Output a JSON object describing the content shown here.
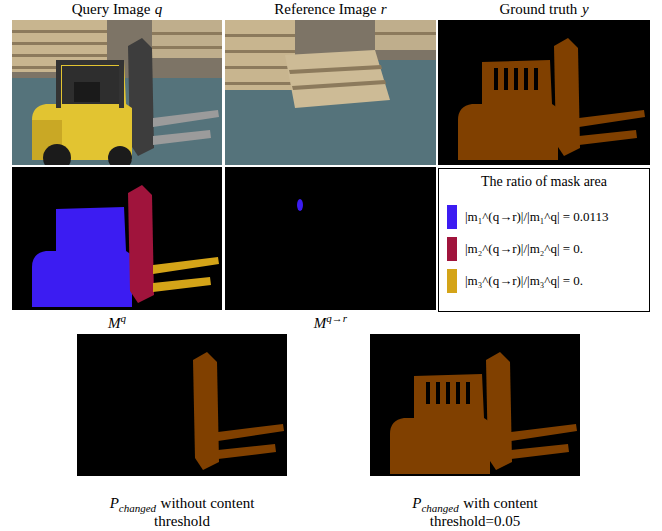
{
  "diagram": {
    "nodes": [
      {
        "text": [
          "Query Image",
          "q"
        ]
      },
      {
        "text": [
          "Reference Image",
          "r"
        ]
      },
      {
        "text": [
          "Ground truth",
          "y"
        ]
      },
      {
        "text": [
          "M",
          "q"
        ]
      },
      {
        "text": [
          "M",
          "q→r"
        ]
      },
      {
        "text": [
          "The ratio of mask area"
        ]
      },
      {
        "text": [
          "P",
          "changed",
          "without content threshold"
        ]
      },
      {
        "text": [
          "P",
          "changed",
          "with content threshold=0.05"
        ]
      }
    ],
    "legend": [
      {
        "text": "|m₁^(q→r)|/|m₁^q| = 0.0113",
        "color": "#3c1cf2"
      },
      {
        "text": "|m₂^(q→r)|/|m₂^q| = 0.",
        "color": "#a0143c"
      },
      {
        "text": "|m₃^(q→r)|/|m₃^q| = 0.",
        "color": "#d4a418"
      }
    ]
  }
}
